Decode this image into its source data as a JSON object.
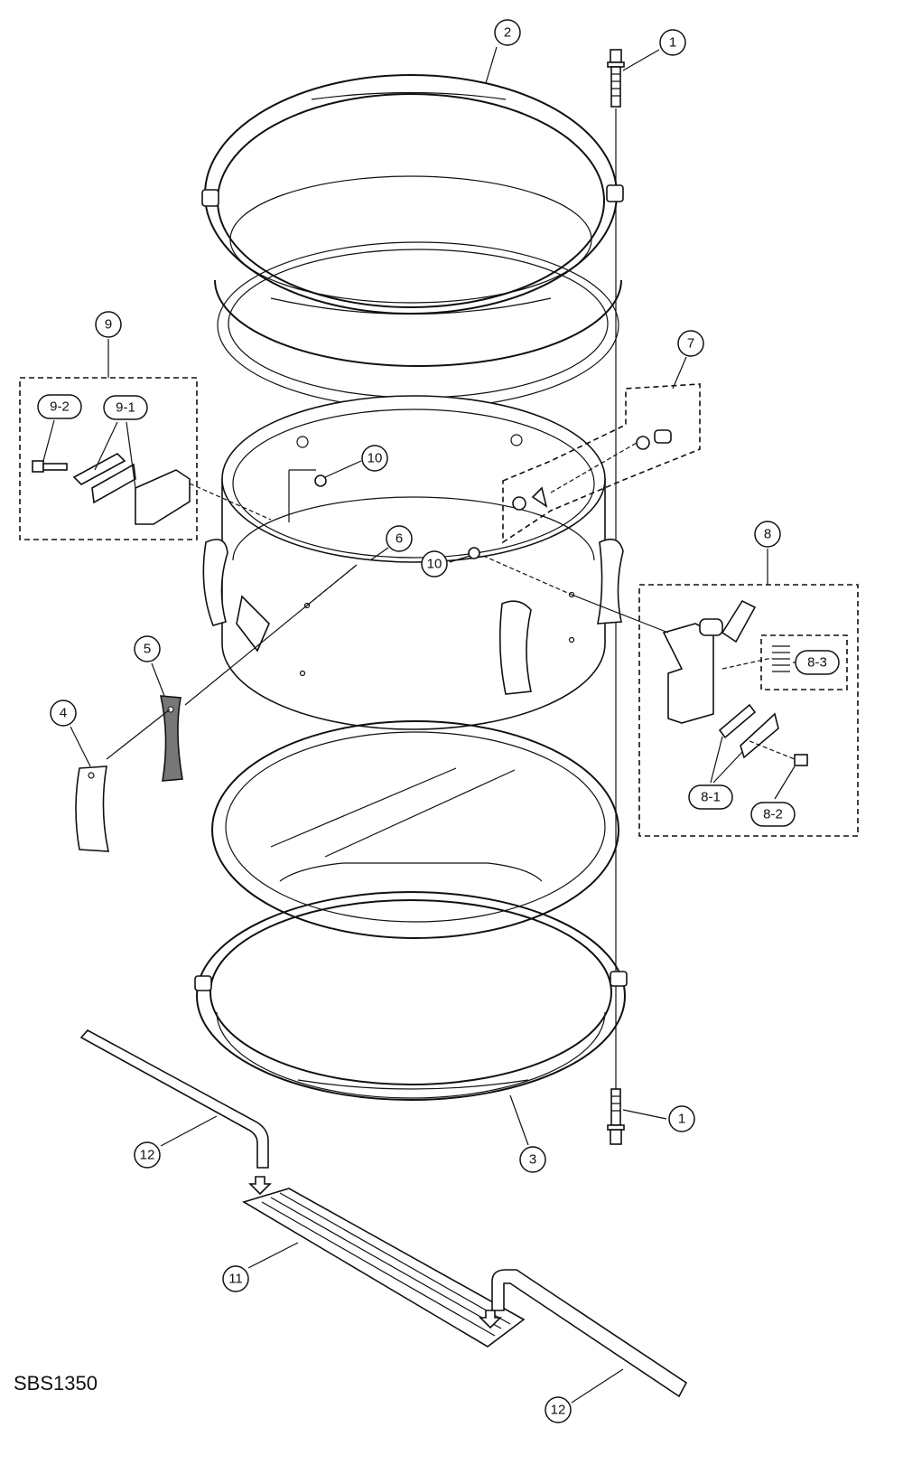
{
  "diagram": {
    "code": "SBS1350",
    "callouts": {
      "c1": "1",
      "c2": "2",
      "c3": "3",
      "c4": "4",
      "c5": "5",
      "c6": "6",
      "c7": "7",
      "c8": "8",
      "c9": "9",
      "c10": "10",
      "c11": "11",
      "c12": "12",
      "c8_1": "8-1",
      "c8_2": "8-2",
      "c8_3": "8-3",
      "c9_1": "9-1",
      "c9_2": "9-2"
    }
  }
}
